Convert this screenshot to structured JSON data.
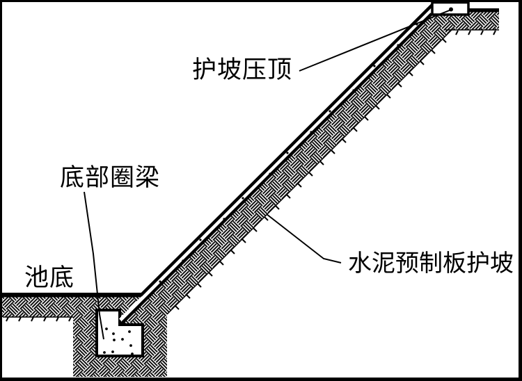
{
  "figure": {
    "type": "engineering-cross-section-diagram",
    "background_color": "#ffffff",
    "ink_color": "#000000",
    "labels": {
      "capping": "护坡压顶",
      "ring_beam": "底部圈梁",
      "pool_bottom": "池底",
      "precast_slab": "水泥预制板护坡"
    }
  }
}
